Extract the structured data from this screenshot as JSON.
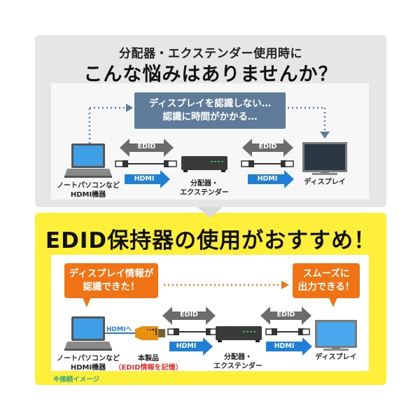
{
  "top_section": {
    "heading_small": "分配器・エクステンダー使用時に",
    "heading_large": "こんな悩みはありませんか？",
    "problem_message_line1": "ディスプレイを認識しない…",
    "problem_message_line2": "認識に時間がかかる…",
    "edid_label_left": "EDID",
    "edid_label_right": "EDID",
    "hdmi_label_left": "HDMI",
    "hdmi_label_right": "HDMI",
    "laptop_label_line1": "ノートパソコンなど",
    "laptop_label_line2": "HDMI機器",
    "splitter_label_line1": "分配器・",
    "splitter_label_line2": "エクステンダー",
    "display_label": "ディスプレイ"
  },
  "bottom_section": {
    "heading": "EDID保持器の使用がおすすめ！",
    "callout_left_line1": "ディスプレイ情報が",
    "callout_left_line2": "認識できた！",
    "callout_right_line1": "スムーズに",
    "callout_right_line2": "出力できる！",
    "edid_label_left": "EDID",
    "edid_label_right": "EDID",
    "hdmi_label_left": "HDMI",
    "hdmi_label_right": "HDMI",
    "hdmi_to_label": "HDMIへ",
    "laptop_label_line1": "ノートパソコンなど",
    "laptop_label_line2": "HDMI機器",
    "product_label_line1": "本製品",
    "product_label_line2": "（EDID情報を記憶）",
    "splitter_label_line1": "分配器・",
    "splitter_label_line2": "エクステンダー",
    "display_label": "ディスプレイ",
    "note": "※接続イメージ"
  },
  "colors": {
    "gray_panel": "#e6e6e6",
    "yellow_panel": "#fdef3a",
    "message_box": "#5e7c99",
    "callout_orange": "#f07416",
    "hdmi_blue": "#1f7fd6",
    "edid_gray": "#6b6b6b",
    "note_green": "#2aa58a",
    "product_red": "#e8332a"
  }
}
